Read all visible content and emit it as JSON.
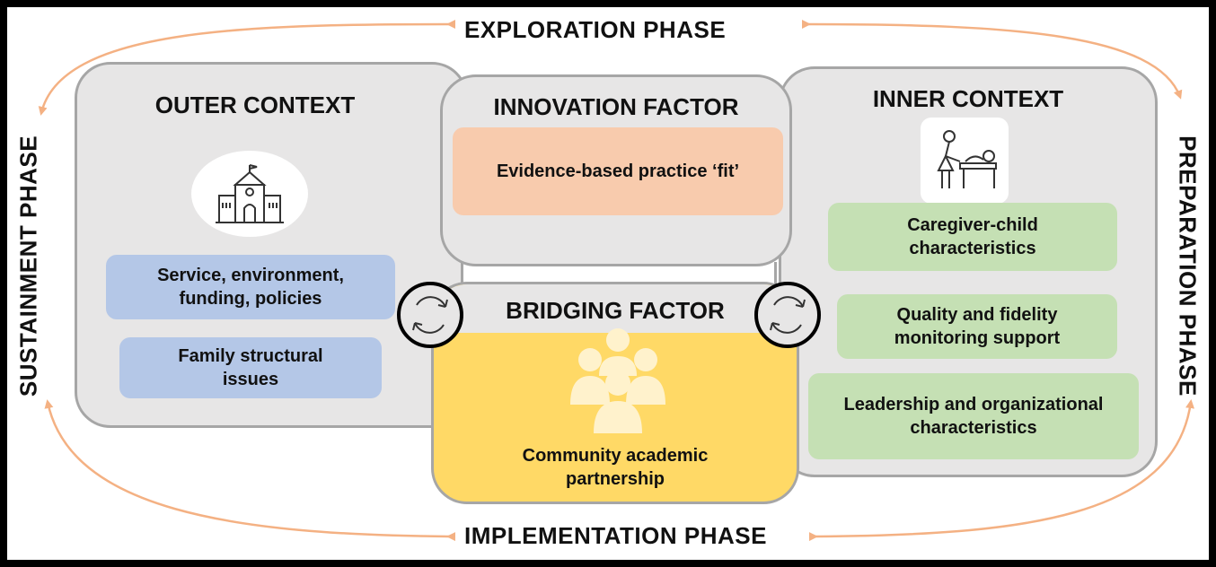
{
  "phases": {
    "top": "EXPLORATION PHASE",
    "right": "PREPARATION PHASE",
    "bottom": "IMPLEMENTATION PHASE",
    "left": "SUSTAINMENT PHASE"
  },
  "outer_context": {
    "title": "OUTER CONTEXT",
    "icon": "school-building-icon",
    "items": [
      "Service, environment, funding, policies",
      "Family structural issues"
    ]
  },
  "innovation_factor": {
    "title": "INNOVATION FACTOR",
    "items": [
      "Evidence-based practice ‘fit’"
    ]
  },
  "bridging_factor": {
    "title": "BRIDGING FACTOR",
    "icon": "people-group-icon",
    "label": "Community academic partnership"
  },
  "inner_context": {
    "title": "INNER CONTEXT",
    "icon": "caregiver-changing-baby-icon",
    "items": [
      "Caregiver-child characteristics",
      "Quality and fidelity monitoring support",
      "Leadership and organizational characteristics"
    ]
  },
  "colors": {
    "arrow": "#f4b183",
    "panel": "#e7e6e6",
    "outer_items": "#b4c7e7",
    "inner_items": "#c5e0b4",
    "innovation_item": "#f8cbad",
    "bridging": "#ffd966"
  },
  "icons": [
    "school-building-icon",
    "caregiver-changing-baby-icon",
    "people-group-icon",
    "cycle-arrows-icon",
    "cycle-arrows-icon"
  ]
}
